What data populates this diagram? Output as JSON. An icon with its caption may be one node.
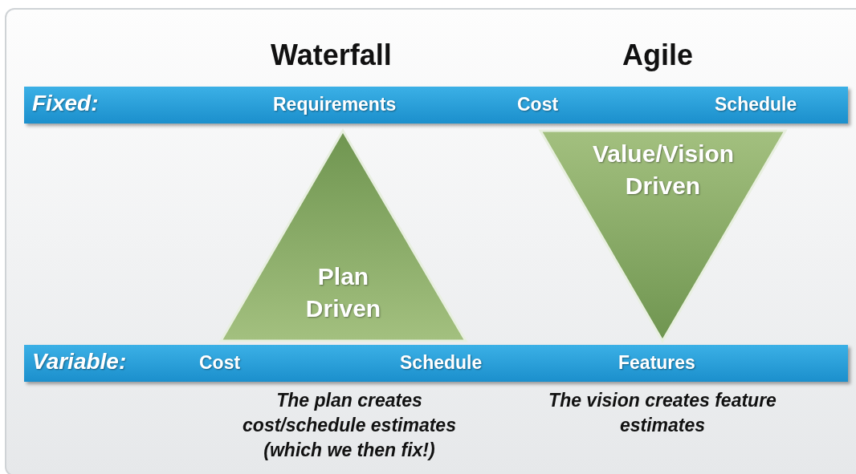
{
  "diagram": {
    "nodes": [
      {
        "text": [
          "Fixed:",
          "Requirements",
          "Cost",
          "Schedule"
        ]
      },
      {
        "text": [
          "Plan Driven"
        ]
      },
      {
        "text": [
          "Value/Vision Driven"
        ]
      },
      {
        "text": [
          "Variable:",
          "Cost",
          "Schedule",
          "Features"
        ]
      }
    ],
    "edges": [],
    "labels": [
      "Waterfall",
      "Agile",
      "The plan creates cost/schedule estimates (which we then fix!)",
      "The vision creates feature estimates"
    ]
  }
}
